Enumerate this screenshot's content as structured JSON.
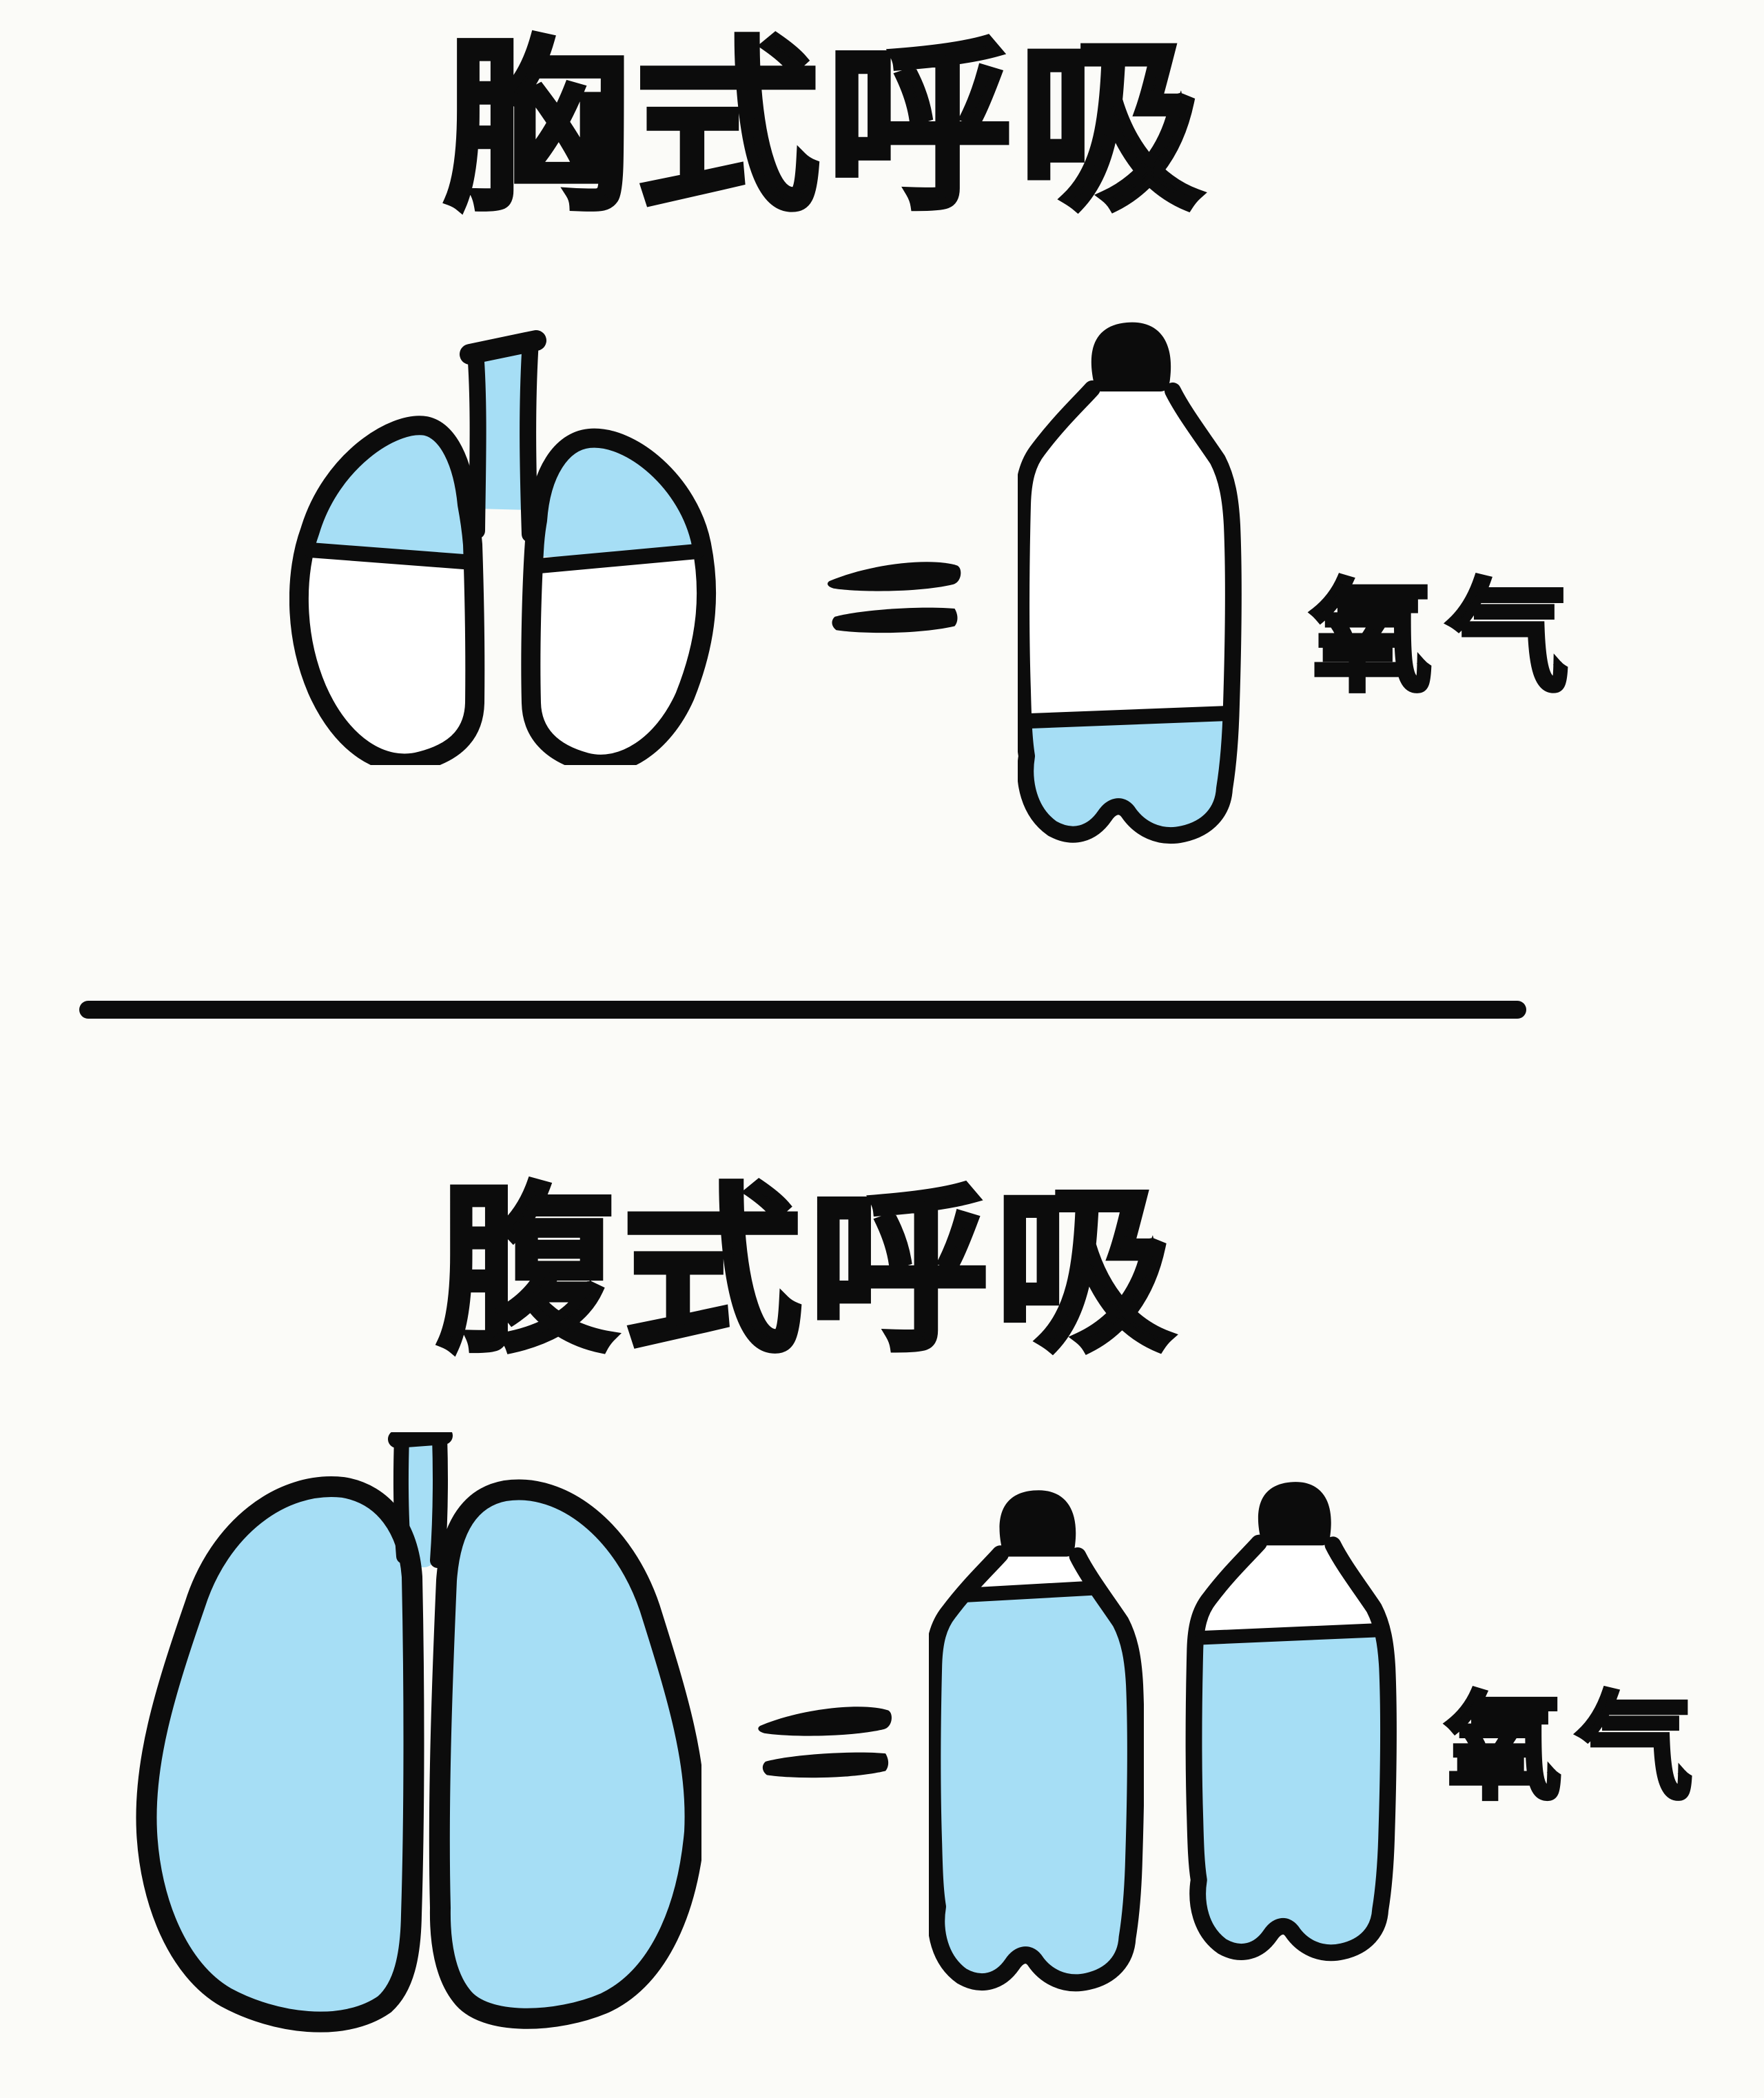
{
  "page": {
    "colors": {
      "bg": "#fbfbf8",
      "ink": "#0c0c0c",
      "liquid": "#a6def5"
    },
    "description_icons": [
      "lungs-icon",
      "bottle-icon",
      "equals-icon"
    ]
  },
  "sections": [
    {
      "id": "chest-breathing",
      "title": "胸式呼吸",
      "relation": "=",
      "oxygen_label": "氧气",
      "lungs": {
        "fill_percent": 40,
        "clip_height": "338",
        "level_line_left": {
          "x1": "30",
          "y1": "328",
          "x2": "266",
          "y2": "346"
        },
        "level_line_right": {
          "x1": "352",
          "y1": "352",
          "x2": "592",
          "y2": "330"
        }
      },
      "bottles": [
        {
          "fill_percent": 22,
          "clip_y": "578",
          "level_line": {
            "x1": "18",
            "y1": "584",
            "x2": "304",
            "y2": "573"
          }
        }
      ]
    },
    {
      "id": "abdominal-breathing",
      "title": "腹式呼吸",
      "relation": "=",
      "oxygen_label": "氧气",
      "lungs": {
        "fill_percent": 100,
        "clip_height": "900"
      },
      "bottles": [
        {
          "fill_percent": 93,
          "clip_y": "158",
          "level_line": {
            "x1": "58",
            "y1": "164",
            "x2": "256",
            "y2": "153"
          }
        },
        {
          "fill_percent": 74,
          "clip_y": "246",
          "level_line": {
            "x1": "18",
            "y1": "252",
            "x2": "296",
            "y2": "240"
          }
        }
      ]
    }
  ]
}
